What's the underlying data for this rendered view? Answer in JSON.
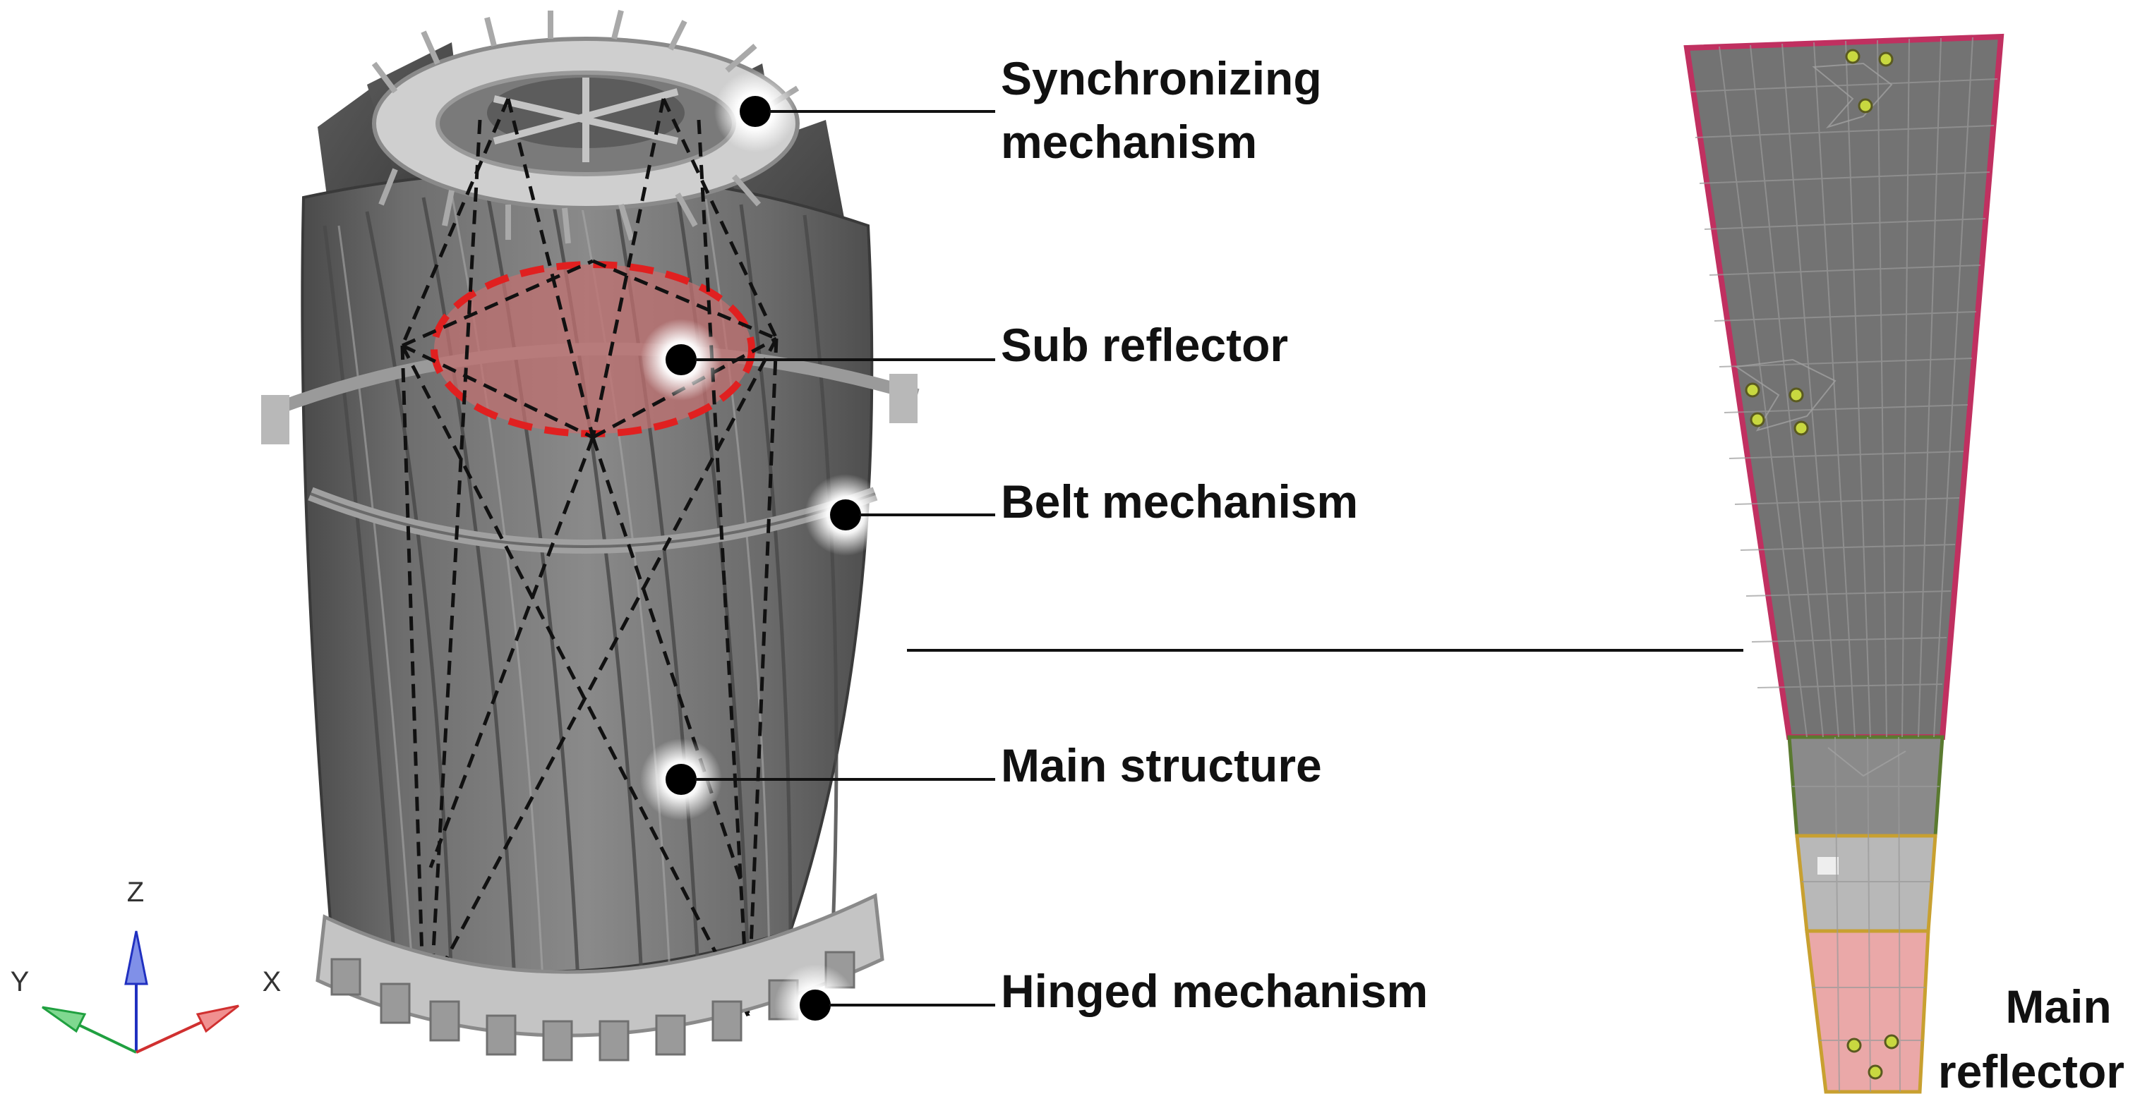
{
  "callouts": {
    "synchronizing": {
      "line1": "Synchronizing",
      "line2": "mechanism"
    },
    "sub_reflector": "Sub reflector",
    "belt": "Belt mechanism",
    "main_structure": "Main structure",
    "hinged": "Hinged mechanism",
    "main_reflector": {
      "line1": "Main",
      "line2": "reflector"
    }
  },
  "axes_triad": {
    "z": "Z",
    "y": "Y",
    "x": "X"
  },
  "colors": {
    "structure_panel": "#5f5f5f",
    "mechanism": "#c9c9c9",
    "sub_reflector_outline": "#e02020",
    "sub_reflector_fill": "#c07070",
    "mesh_main": "#737373",
    "mesh_edge_left": "#d0306a",
    "mesh_edge_lower": "#c8a030",
    "mesh_tip_fill": "#eaa8a8",
    "node_marker": "#c8d840",
    "axis_z": "#2030c0",
    "axis_y": "#20a040",
    "axis_x": "#d03030"
  }
}
